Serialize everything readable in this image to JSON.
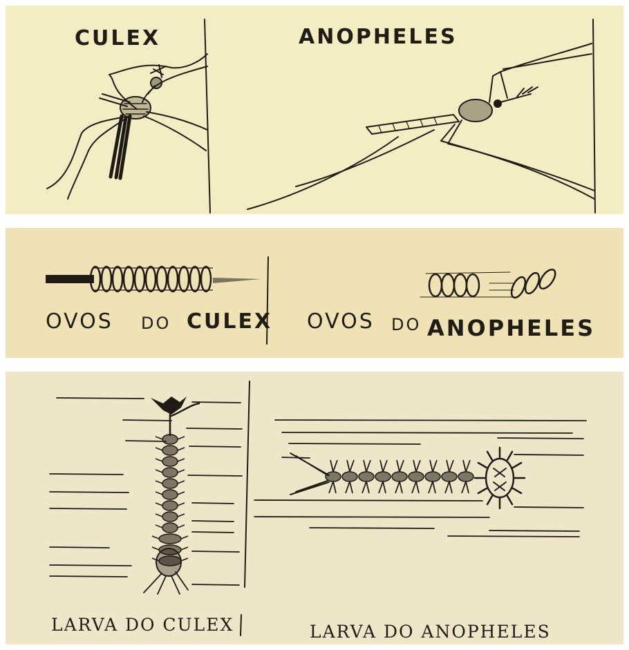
{
  "adults": {
    "culex_label": "CULEX",
    "anopheles_label": "ANOPHELES"
  },
  "eggs": {
    "culex_label_1": "OVOS",
    "culex_label_2": "DO",
    "culex_label_3": "CULEX",
    "anopheles_label_1": "OVOS",
    "anopheles_label_2": "DO",
    "anopheles_label_3": "ANOPHELES"
  },
  "larvae": {
    "culex_label": "LARVA DO CULEX",
    "anopheles_label": "LARVA DO ANOPHELES"
  },
  "colors": {
    "ink": "#1f1a14",
    "paper_top": "#f3edc3",
    "paper_middle": "#efe3b6",
    "paper_bottom": "#eee6c8"
  }
}
